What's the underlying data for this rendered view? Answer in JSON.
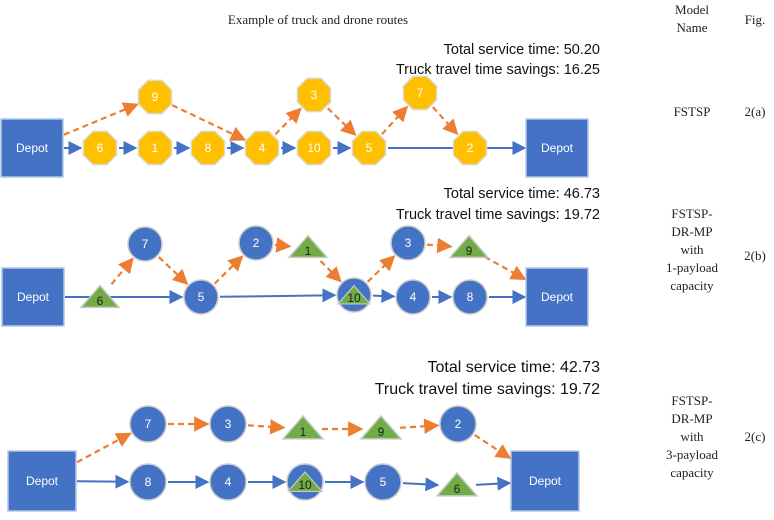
{
  "header": {
    "title": "Example of truck and drone routes",
    "model_name_header": [
      "Model",
      "Name"
    ],
    "fig_header": "Fig."
  },
  "colors": {
    "depot": "#4472C4",
    "truck_edge": "#4472C4",
    "drone_edge": "#ED7D31",
    "octagon_fill": "#FFC000",
    "octagon_stroke": "#D9D9D9",
    "circle_fill": "#4472C4",
    "circle_stroke": "#C9C9C9",
    "triangle_fill": "#70AD47",
    "triangle_stroke": "#C9C9C9",
    "node_text_light": "#FFFFFF",
    "node_text_dark": "#1F1F1F"
  },
  "rows": [
    {
      "id": "a",
      "model_name": [
        "FSTSP"
      ],
      "fig": "2(a)",
      "total_service_time": "Total service time: 50.20",
      "truck_savings": "Truck travel time savings: 16.25",
      "depot_label": "Depot",
      "nodes": [
        {
          "id": "d0",
          "shape": "depot",
          "label": "Depot"
        },
        {
          "id": "n6",
          "shape": "octagon",
          "label": "6"
        },
        {
          "id": "n1",
          "shape": "octagon",
          "label": "1"
        },
        {
          "id": "n8",
          "shape": "octagon",
          "label": "8"
        },
        {
          "id": "n4",
          "shape": "octagon",
          "label": "4"
        },
        {
          "id": "n10",
          "shape": "octagon",
          "label": "10"
        },
        {
          "id": "n5",
          "shape": "octagon",
          "label": "5"
        },
        {
          "id": "n2",
          "shape": "octagon",
          "label": "2"
        },
        {
          "id": "d1",
          "shape": "depot",
          "label": "Depot"
        },
        {
          "id": "n9",
          "shape": "octagon",
          "label": "9"
        },
        {
          "id": "n3",
          "shape": "octagon",
          "label": "3"
        },
        {
          "id": "n7",
          "shape": "octagon",
          "label": "7"
        }
      ],
      "truck_edges": [
        [
          "d0",
          "n6"
        ],
        [
          "n6",
          "n1"
        ],
        [
          "n1",
          "n8"
        ],
        [
          "n8",
          "n4"
        ],
        [
          "n4",
          "n10"
        ],
        [
          "n10",
          "n5"
        ],
        [
          "n5",
          "d1"
        ]
      ],
      "drone_edges": [
        [
          "d0",
          "n9"
        ],
        [
          "n9",
          "n4"
        ],
        [
          "n4",
          "n3"
        ],
        [
          "n3",
          "n5"
        ],
        [
          "n5",
          "n7"
        ],
        [
          "n7",
          "n2"
        ]
      ]
    },
    {
      "id": "b",
      "model_name": [
        "FSTSP-",
        "DR-MP",
        "with",
        "1-payload",
        "capacity"
      ],
      "fig": "2(b)",
      "total_service_time": "Total service time: 46.73",
      "truck_savings": "Truck travel time savings: 19.72",
      "nodes": [
        {
          "id": "d0",
          "shape": "depot",
          "label": "Depot"
        },
        {
          "id": "n6",
          "shape": "triangle",
          "label": "6"
        },
        {
          "id": "n7",
          "shape": "circle",
          "label": "7"
        },
        {
          "id": "n5",
          "shape": "circle",
          "label": "5"
        },
        {
          "id": "n2",
          "shape": "circle",
          "label": "2"
        },
        {
          "id": "n1",
          "shape": "triangle",
          "label": "1"
        },
        {
          "id": "n10",
          "shape": "circle-triangle",
          "label": "10"
        },
        {
          "id": "n3",
          "shape": "circle",
          "label": "3"
        },
        {
          "id": "n9",
          "shape": "triangle",
          "label": "9"
        },
        {
          "id": "n4",
          "shape": "circle",
          "label": "4"
        },
        {
          "id": "n8",
          "shape": "circle",
          "label": "8"
        },
        {
          "id": "d1",
          "shape": "depot",
          "label": "Depot"
        }
      ],
      "truck_edges": [
        [
          "d0",
          "n5"
        ],
        [
          "n5",
          "n10"
        ],
        [
          "n10",
          "n4"
        ],
        [
          "n4",
          "n8"
        ],
        [
          "n8",
          "d1"
        ]
      ],
      "drone_edges": [
        [
          "n6",
          "n7"
        ],
        [
          "n7",
          "n5"
        ],
        [
          "n5",
          "n2"
        ],
        [
          "n2",
          "n1"
        ],
        [
          "n1",
          "n10"
        ],
        [
          "n10",
          "n3"
        ],
        [
          "n3",
          "n9"
        ],
        [
          "n9",
          "d1"
        ]
      ]
    },
    {
      "id": "c",
      "model_name": [
        "FSTSP-",
        "DR-MP",
        "with",
        "3-payload",
        "capacity"
      ],
      "fig": "2(c)",
      "total_service_time": "Total service time: 42.73",
      "truck_savings": "Truck travel time savings: 19.72",
      "nodes": [
        {
          "id": "d0",
          "shape": "depot",
          "label": "Depot"
        },
        {
          "id": "n7",
          "shape": "circle",
          "label": "7"
        },
        {
          "id": "n3",
          "shape": "circle",
          "label": "3"
        },
        {
          "id": "n1",
          "shape": "triangle",
          "label": "1"
        },
        {
          "id": "n9",
          "shape": "triangle",
          "label": "9"
        },
        {
          "id": "n2",
          "shape": "circle",
          "label": "2"
        },
        {
          "id": "n8",
          "shape": "circle",
          "label": "8"
        },
        {
          "id": "n4",
          "shape": "circle",
          "label": "4"
        },
        {
          "id": "n10",
          "shape": "circle-triangle",
          "label": "10"
        },
        {
          "id": "n5",
          "shape": "circle",
          "label": "5"
        },
        {
          "id": "n6",
          "shape": "triangle",
          "label": "6"
        },
        {
          "id": "d1",
          "shape": "depot",
          "label": "Depot"
        }
      ],
      "truck_edges": [
        [
          "d0",
          "n8"
        ],
        [
          "n8",
          "n4"
        ],
        [
          "n4",
          "n10"
        ],
        [
          "n10",
          "n5"
        ],
        [
          "n5",
          "n6"
        ],
        [
          "n6",
          "d1"
        ]
      ],
      "drone_edges": [
        [
          "d0",
          "n7"
        ],
        [
          "n7",
          "n3"
        ],
        [
          "n3",
          "n1"
        ],
        [
          "n1",
          "n9"
        ],
        [
          "n9",
          "n2"
        ],
        [
          "n2",
          "d1"
        ]
      ]
    }
  ]
}
